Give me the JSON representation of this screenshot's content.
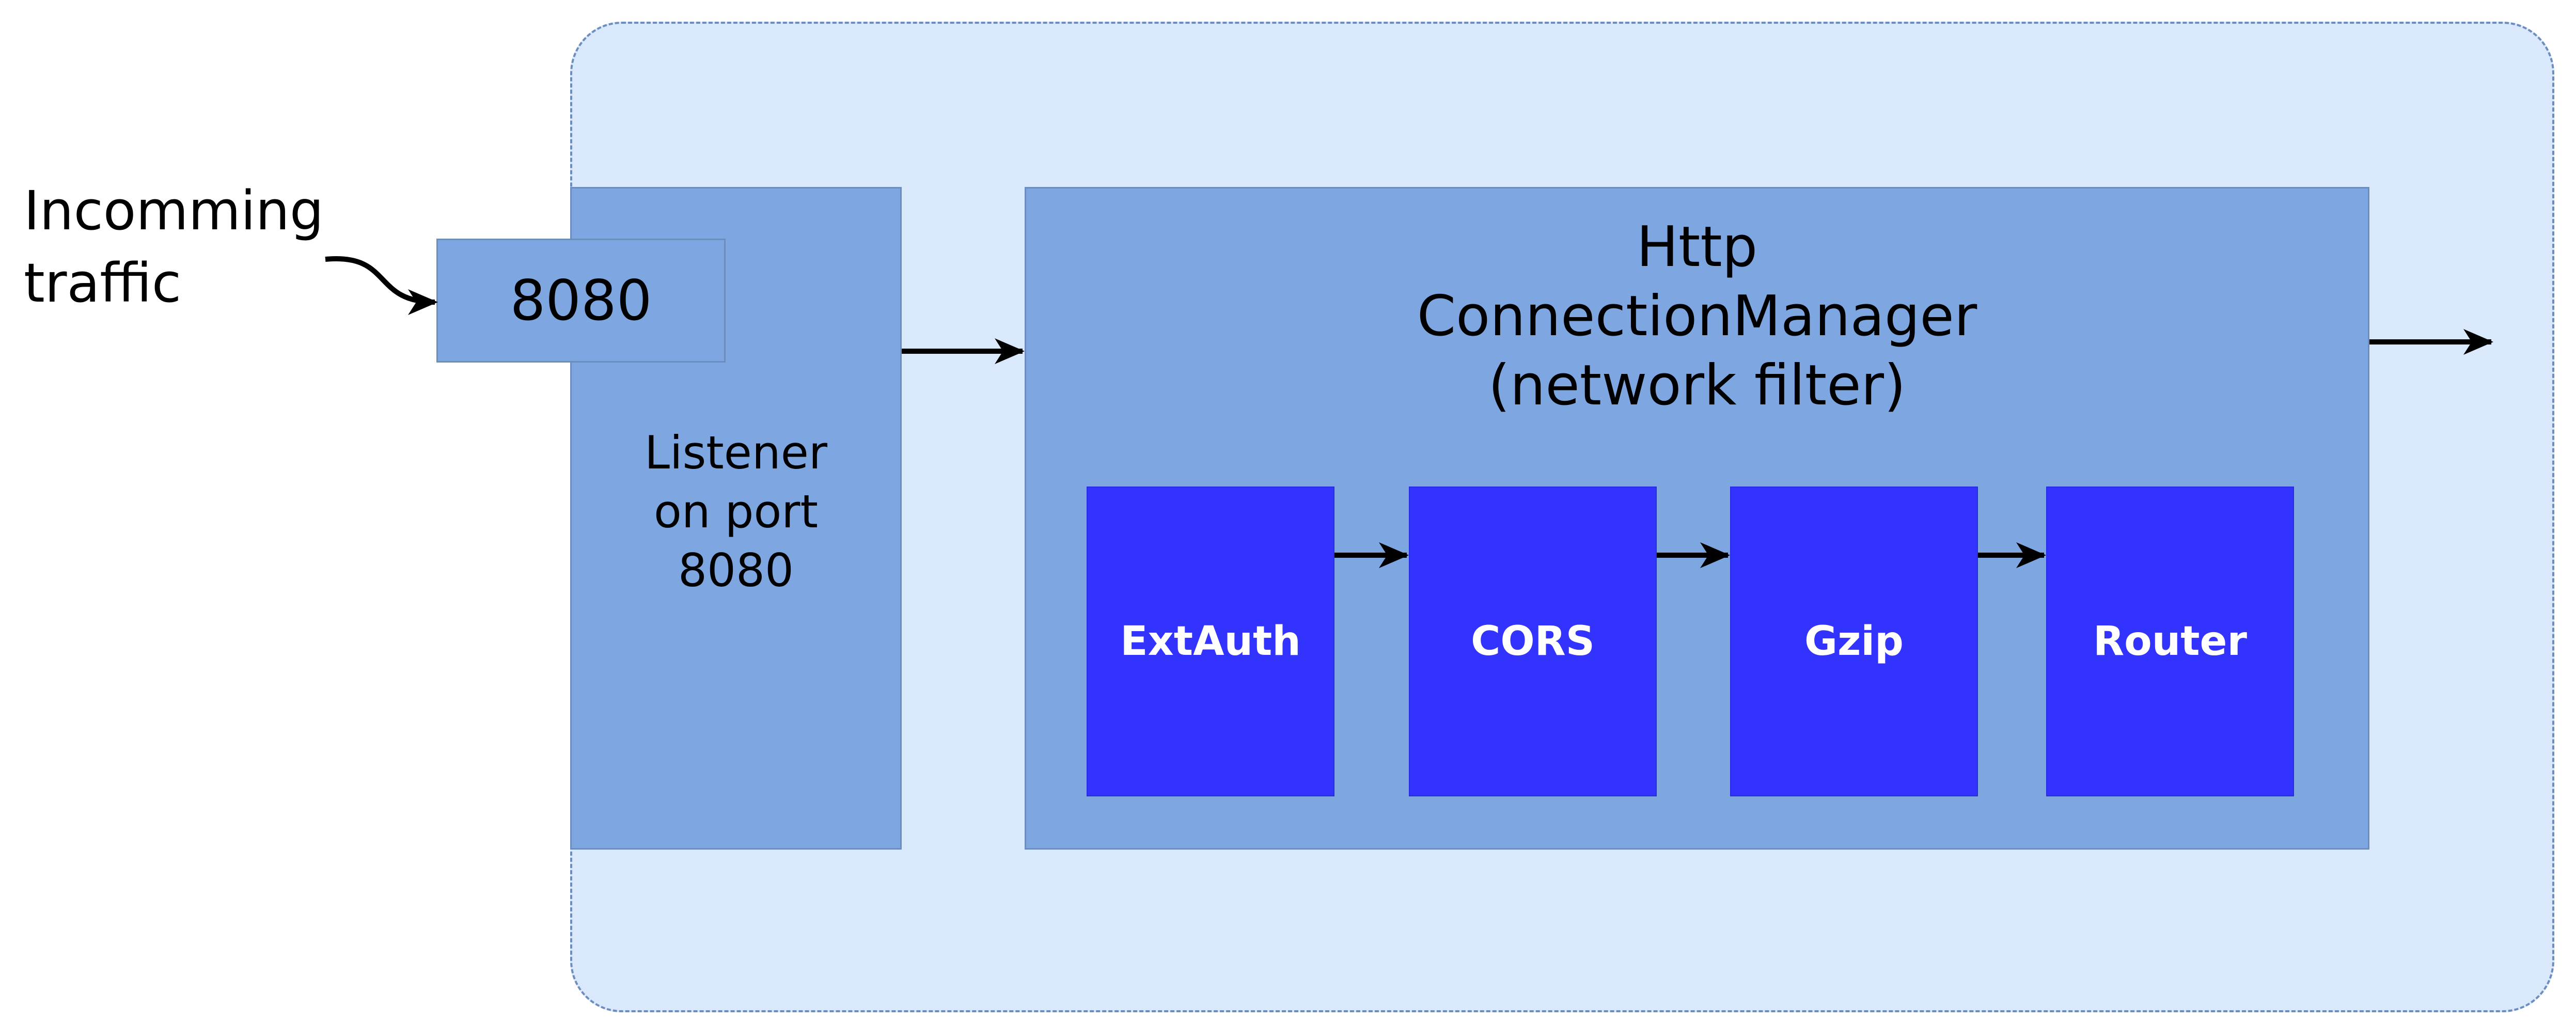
{
  "incoming": {
    "label": "Incomming\ntraffic"
  },
  "port": {
    "label": "8080"
  },
  "listener": {
    "label": "Listener\non port\n8080"
  },
  "connection_manager": {
    "label": "Http\nConnectionManager\n(network filter)"
  },
  "filters": [
    {
      "label": "ExtAuth"
    },
    {
      "label": "CORS"
    },
    {
      "label": "Gzip"
    },
    {
      "label": "Router"
    }
  ],
  "colors": {
    "outer_fill": "#dae8fc",
    "outer_border": "#6c8ebf",
    "box_fill": "#7ea6e0",
    "filter_fill": "#3333ff",
    "filter_text": "#ffffff"
  }
}
